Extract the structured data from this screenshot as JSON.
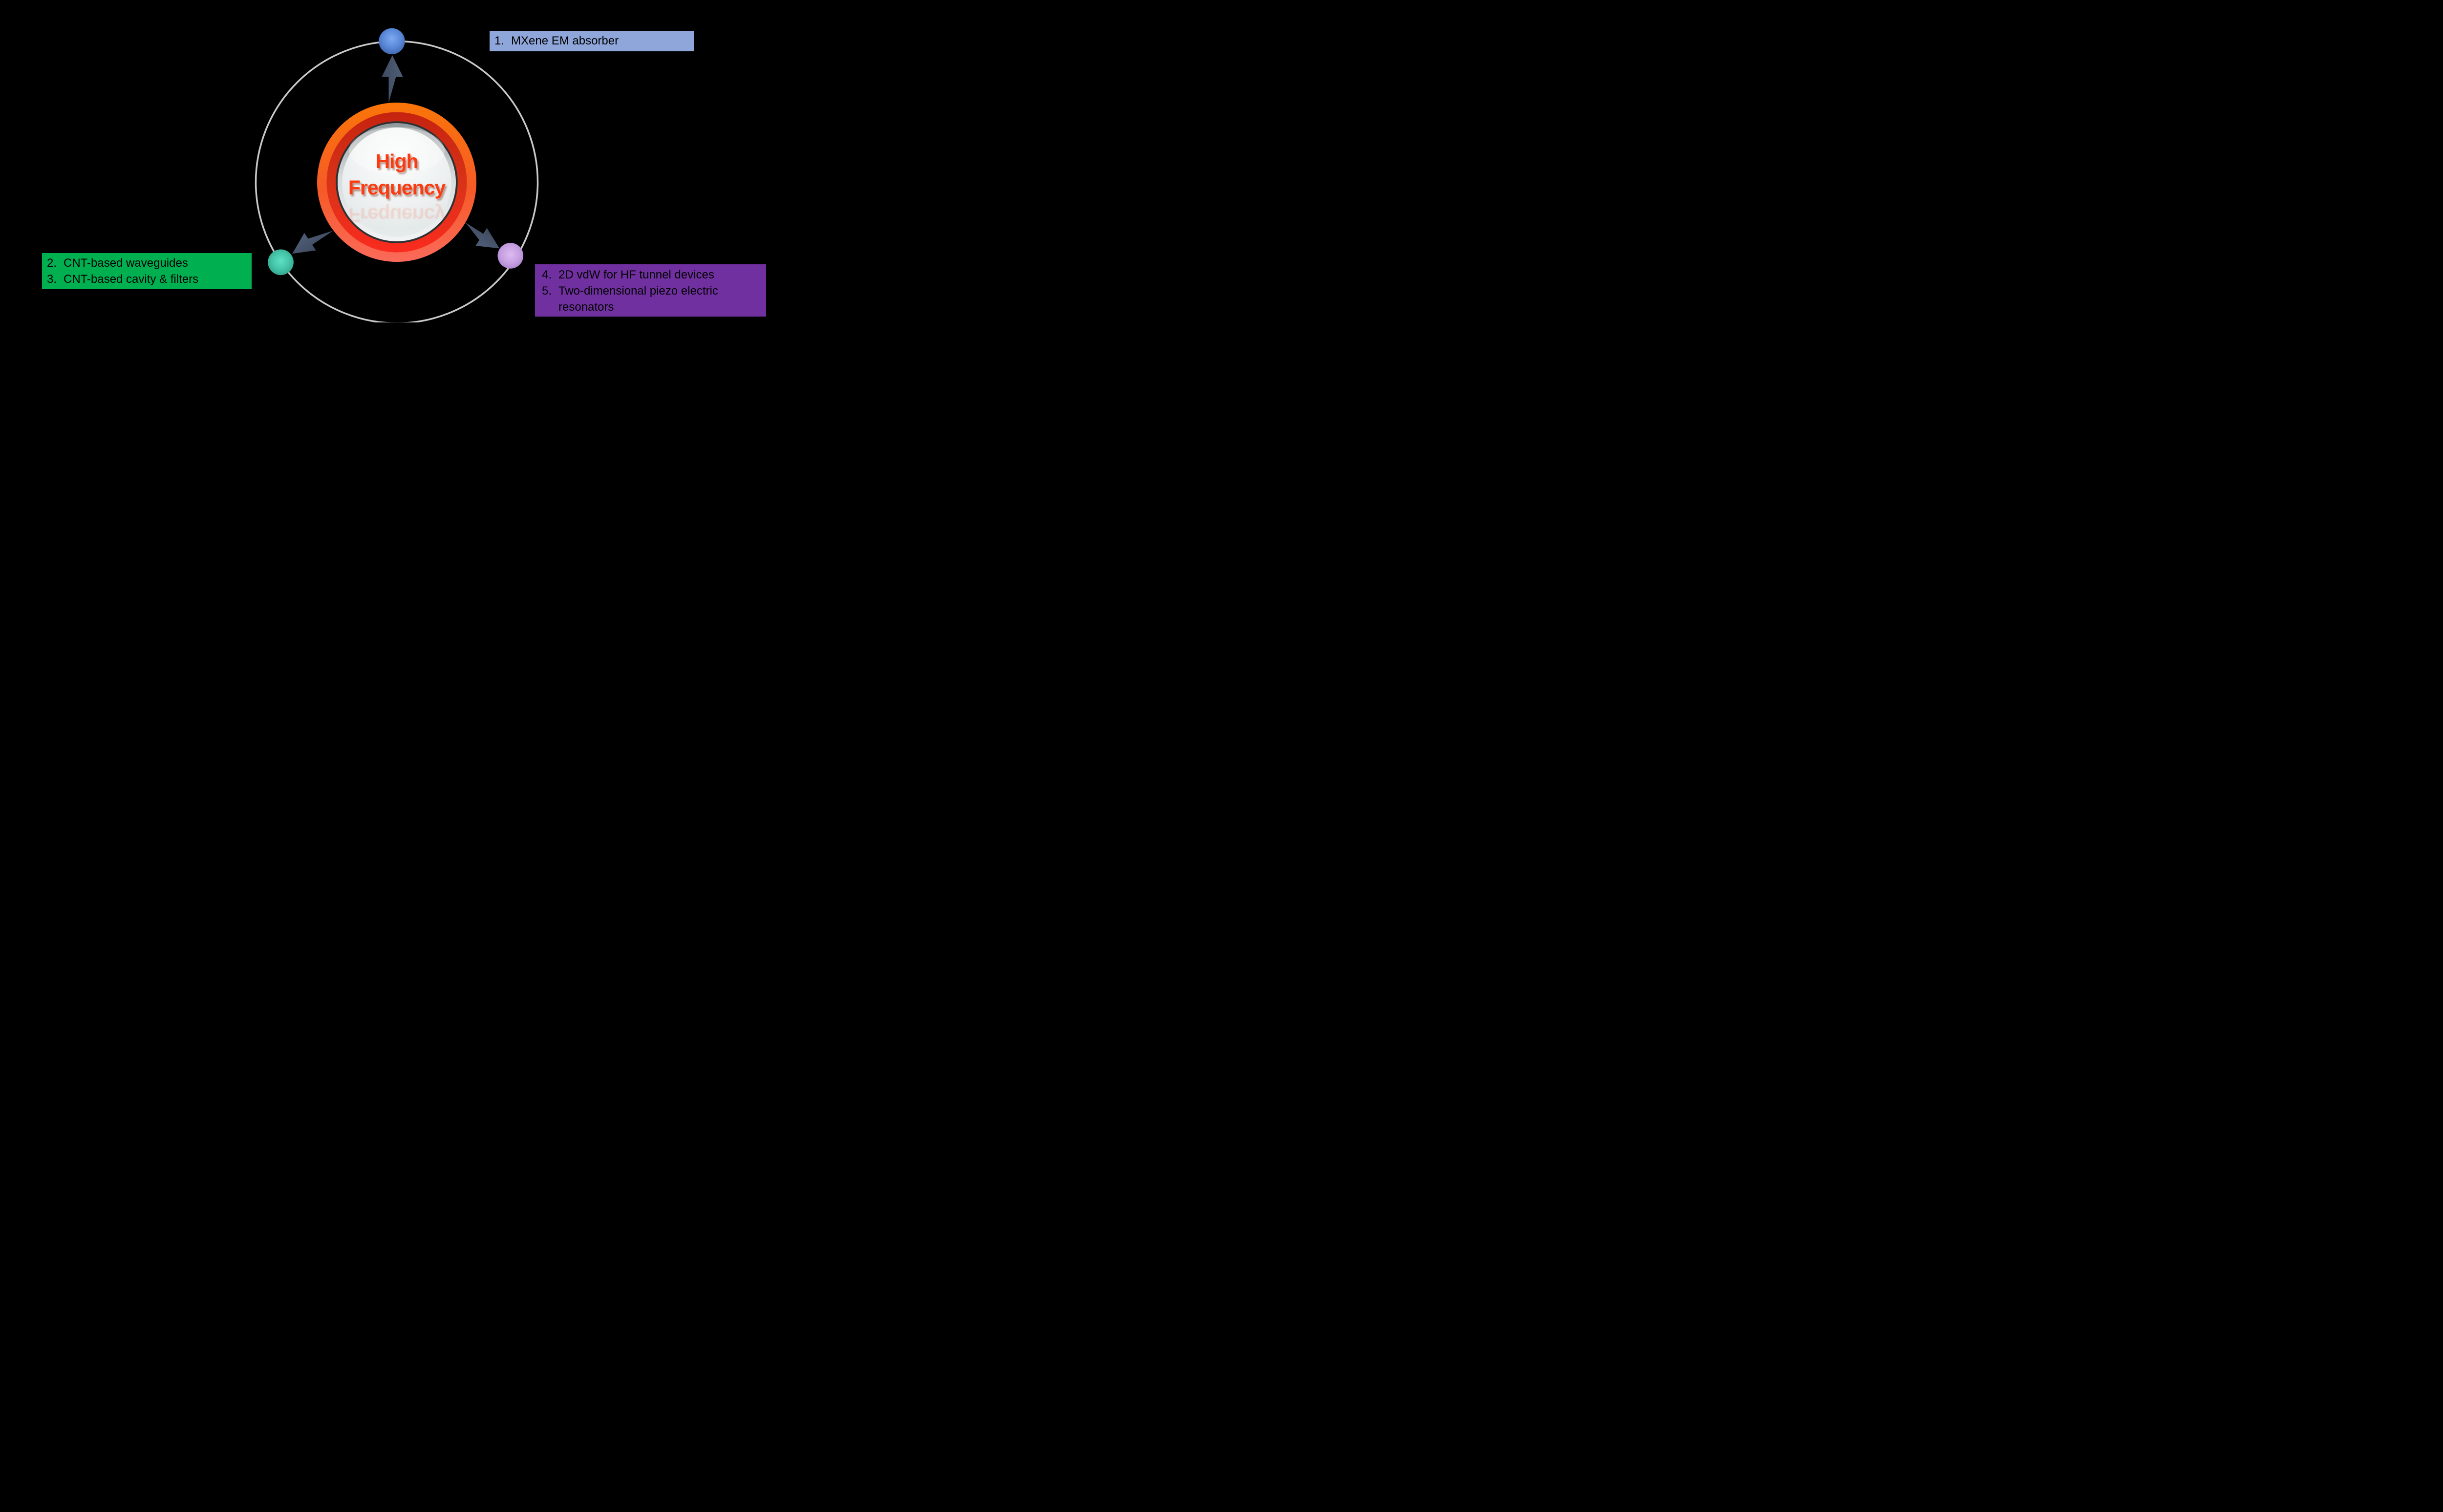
{
  "canvas": {
    "background": "#000000"
  },
  "center": {
    "line1": "High",
    "line2": "Frequency",
    "text_color": "#FB3C12",
    "ring_outer_color": "#FA7508",
    "ring_red_color": "#D42B17",
    "face_color": "#EEF1F2"
  },
  "orbit": {
    "color": "#C8C8C8"
  },
  "arrows": {
    "color": "#47536B"
  },
  "nodes": [
    {
      "id": "top",
      "icon": "blue-sphere",
      "color": "#5B8BD9"
    },
    {
      "id": "bottom-left",
      "icon": "teal-sphere",
      "color": "#45C3A8"
    },
    {
      "id": "bottom-right",
      "icon": "lavender-sphere",
      "color": "#C49BDF"
    }
  ],
  "boxes": [
    {
      "id": "mxene-absorber",
      "bg": "#8FA6DA",
      "items": [
        {
          "num": "1.",
          "text": "MXene EM absorber"
        }
      ]
    },
    {
      "id": "cnt",
      "bg": "#00B050",
      "items": [
        {
          "num": "2.",
          "text": "CNT-based waveguides"
        },
        {
          "num": "3.",
          "text": "CNT-based cavity & filters"
        }
      ]
    },
    {
      "id": "vdw",
      "bg": "#7030A0",
      "items": [
        {
          "num": "4.",
          "text": "2D vdW for HF tunnel devices"
        },
        {
          "num": "5.",
          "text": "Two-dimensional piezo electric\nresonators"
        }
      ]
    }
  ]
}
